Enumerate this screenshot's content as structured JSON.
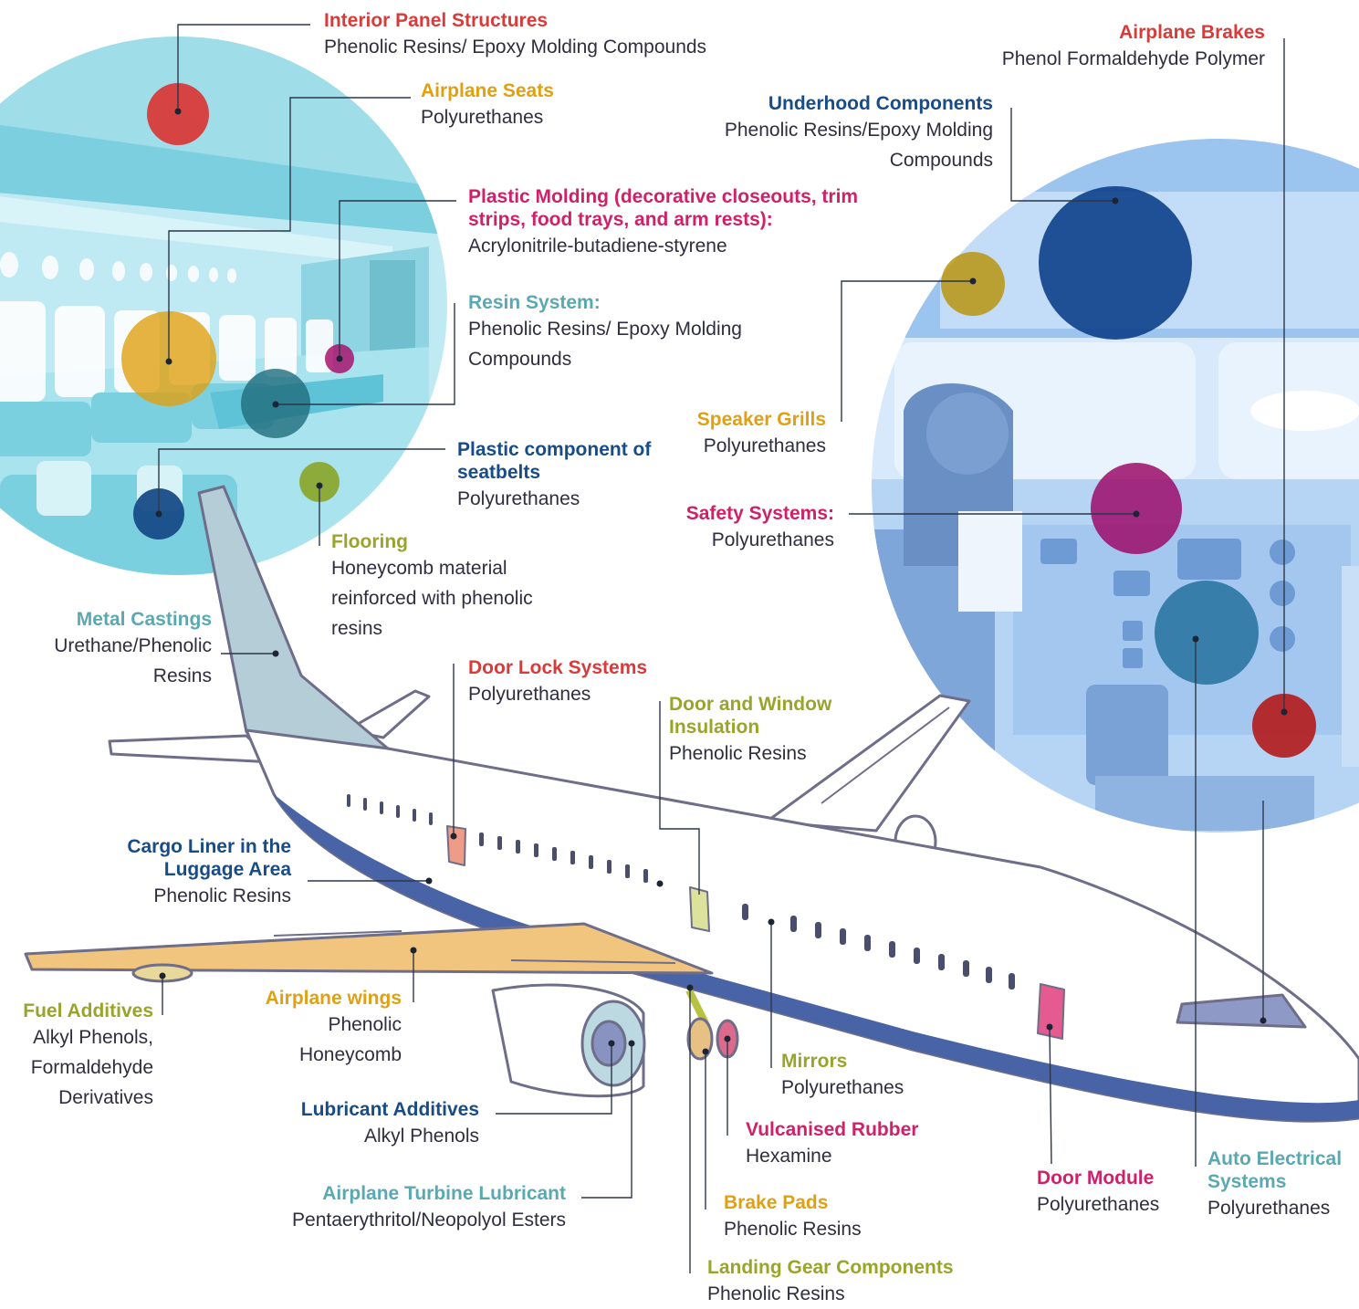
{
  "colors": {
    "red": "#d93a3a",
    "orange": "#e0a012",
    "magenta": "#cf2169",
    "teal": "#5aa9b1",
    "navy": "#184c88",
    "olive": "#98a52a",
    "line": "#2d3748"
  },
  "labels": {
    "interior_panel": {
      "title": "Interior Panel Structures",
      "desc": "Phenolic Resins/ Epoxy Molding Compounds"
    },
    "airplane_seats": {
      "title": "Airplane Seats",
      "desc": "Polyurethanes"
    },
    "plastic_molding": {
      "title": "Plastic Molding (decorative closeouts, trim strips, food trays, and arm rests):",
      "desc": "Acrylonitrile-butadiene-styrene"
    },
    "resin_system": {
      "title": "Resin System:",
      "desc": "Phenolic Resins/ Epoxy Molding Compounds"
    },
    "seatbelts": {
      "title": "Plastic component of seatbelts",
      "desc": "Polyurethanes"
    },
    "flooring": {
      "title": "Flooring",
      "desc": "Honeycomb material reinforced with phenolic resins"
    },
    "metal_castings": {
      "title": "Metal Castings",
      "desc": "Urethane/Phenolic Resins"
    },
    "door_lock": {
      "title": "Door Lock Systems",
      "desc": "Polyurethanes"
    },
    "door_window": {
      "title": "Door and Window Insulation",
      "desc": "Phenolic Resins"
    },
    "cargo_liner": {
      "title": "Cargo Liner in the Luggage Area",
      "desc": "Phenolic Resins"
    },
    "fuel_additives": {
      "title": "Fuel Additives",
      "desc": "Alkyl Phenols, Formaldehyde Derivatives"
    },
    "airplane_wings": {
      "title": "Airplane wings",
      "desc": "Phenolic Honeycomb"
    },
    "lubricant_additives": {
      "title": "Lubricant Additives",
      "desc": "Alkyl Phenols"
    },
    "turbine_lubricant": {
      "title": "Airplane Turbine Lubricant",
      "desc": "Pentaerythritol/Neopolyol Esters"
    },
    "mirrors": {
      "title": "Mirrors",
      "desc": "Polyurethanes"
    },
    "vulcanised_rubber": {
      "title": "Vulcanised Rubber",
      "desc": "Hexamine"
    },
    "brake_pads": {
      "title": "Brake Pads",
      "desc": "Phenolic Resins"
    },
    "landing_gear": {
      "title": "Landing Gear Components",
      "desc": "Phenolic Resins"
    },
    "door_module": {
      "title": "Door Module",
      "desc": "Polyurethanes"
    },
    "auto_electrical": {
      "title": "Auto Electrical Systems",
      "desc": "Polyurethanes"
    },
    "airplane_brakes": {
      "title": "Airplane Brakes",
      "desc": "Phenol Formaldehyde Polymer"
    },
    "underhood": {
      "title": "Underhood Components",
      "desc": "Phenolic Resins/Epoxy Molding Compounds"
    },
    "speaker_grills": {
      "title": "Speaker Grills",
      "desc": "Polyurethanes"
    },
    "safety_systems": {
      "title": "Safety Systems:",
      "desc": "Polyurethanes"
    }
  }
}
